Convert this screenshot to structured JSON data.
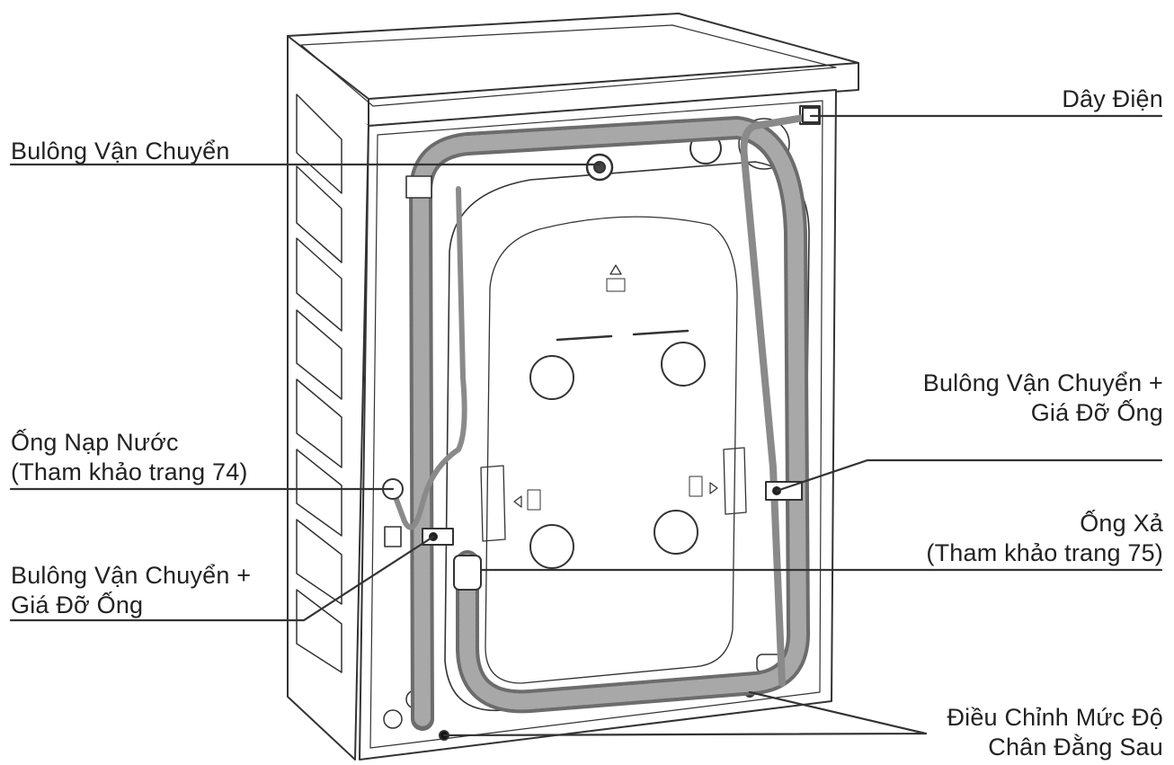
{
  "colors": {
    "line": "#333333",
    "hose": "#8a8a8a",
    "background": "#ffffff"
  },
  "labels": {
    "power_cord": "Dây Điện",
    "transit_bolt_top": "Bulông Vận Chuyển",
    "transit_bolt_right_l1": "Bulông Vận Chuyển +",
    "transit_bolt_right_l2": "Giá Đỡ Ống",
    "inlet_hose_l1": "Ống Nạp Nước",
    "inlet_hose_l2": "(Tham khảo trang 74)",
    "transit_bolt_left_l1": "Bulông Vận Chuyển +",
    "transit_bolt_left_l2": "Giá Đỡ Ống",
    "drain_hose_l1": "Ống Xả",
    "drain_hose_l2": "(Tham khảo trang 75)",
    "rear_leveling_l1": "Điều Chỉnh Mức Độ",
    "rear_leveling_l2": "Chân Đằng Sau"
  }
}
